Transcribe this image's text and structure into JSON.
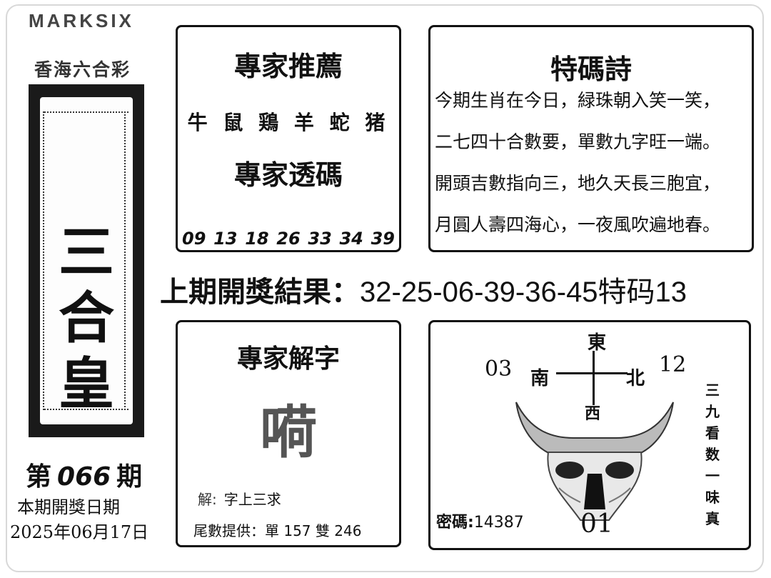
{
  "brand": "MARKSIX",
  "brand_sub": "香海六合彩",
  "title_chars": [
    "三",
    "合",
    "皇"
  ],
  "issue": {
    "prefix": "第",
    "number": "066",
    "suffix": "期"
  },
  "draw_date_label": "本期開獎日期",
  "draw_date": "2025年06月17日",
  "recommend": {
    "title": "專家推薦",
    "zodiac": [
      "牛",
      "鼠",
      "鶏",
      "羊",
      "蛇",
      "猪"
    ],
    "title2": "專家透碼",
    "numbers": [
      "09",
      "13",
      "18",
      "26",
      "33",
      "34",
      "39"
    ]
  },
  "poem": {
    "title": "特碼詩",
    "lines": [
      "今期生肖在今日，緑珠朝入笑一笑，",
      "二七四十合數要，單數九字旺一端。",
      "開頭吉數指向三，地久天長三胞宜，",
      "月圓人壽四海心，一夜風吹遍地春。"
    ]
  },
  "last_result": {
    "label": "上期開獎結果：",
    "value": "32-25-06-39-36-45特码13"
  },
  "word": {
    "title": "專家解字",
    "char": "嗬",
    "explain_label": "解:",
    "explain": "字上三求",
    "tail": "尾數提供：單 157 雙 246"
  },
  "compass": {
    "east": "東",
    "west": "西",
    "south": "南",
    "north": "北",
    "left_num": "03",
    "right_num": "12",
    "side_text": "三九看数一味真",
    "secret_label": "密碼:",
    "secret_value": "14387",
    "bottom_num": "01"
  }
}
